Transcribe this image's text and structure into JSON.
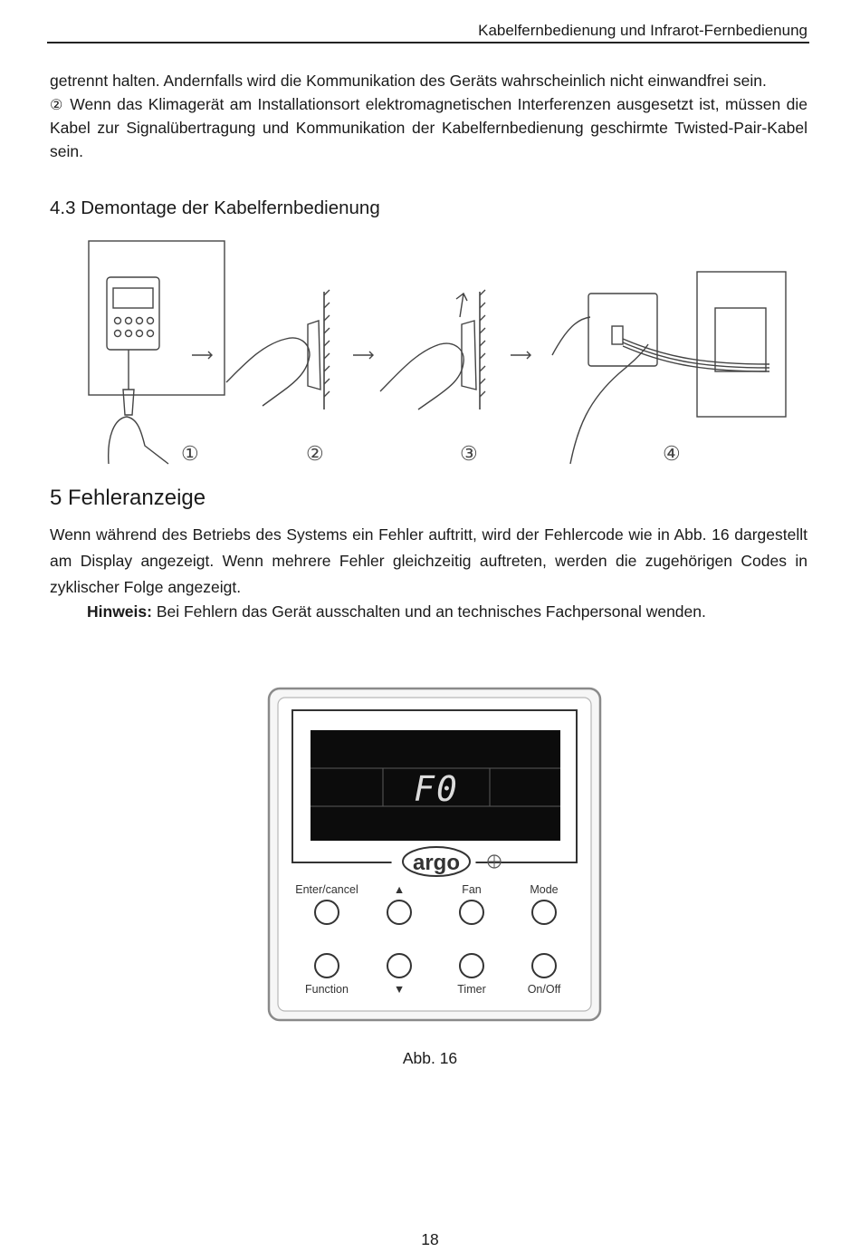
{
  "header": {
    "title": "Kabelfernbedienung und Infrarot-Fernbedienung"
  },
  "para_top": {
    "line1": "getrennt halten. Andernfalls wird die Kommunikation des Geräts wahrscheinlich nicht einwandfrei sein.",
    "item_marker": "②",
    "item_text": " Wenn das Klimagerät am Installationsort elektromagnetischen Interferenzen ausgesetzt ist, müssen die Kabel zur Signalübertragung und Kommunikation der Kabelfernbedienung geschirmte Twisted-Pair-Kabel sein."
  },
  "section_43": {
    "title": "4.3 Demontage der Kabelfernbedienung"
  },
  "steps": [
    "①",
    "②",
    "③",
    "④"
  ],
  "section_5": {
    "title": "5 Fehleranzeige",
    "body": "Wenn während des Betriebs des Systems ein Fehler auftritt, wird der Fehlercode wie in Abb. 16 dargestellt am Display angezeigt. Wenn mehrere Fehler gleichzeitig auftreten, werden die zugehörigen Codes in zyklischer Folge angezeigt.",
    "note_label": "Hinweis:",
    "note_text": " Bei Fehlern das Gerät ausschalten und an technisches Fachpersonal wenden."
  },
  "remote": {
    "display_code": "F0",
    "logo": "argo",
    "buttons_top": [
      "Enter/cancel",
      "▲",
      "Fan",
      "Mode"
    ],
    "buttons_bottom": [
      "Function",
      "▼",
      "Timer",
      "On/Off"
    ]
  },
  "caption": "Abb. 16",
  "page_number": "18"
}
